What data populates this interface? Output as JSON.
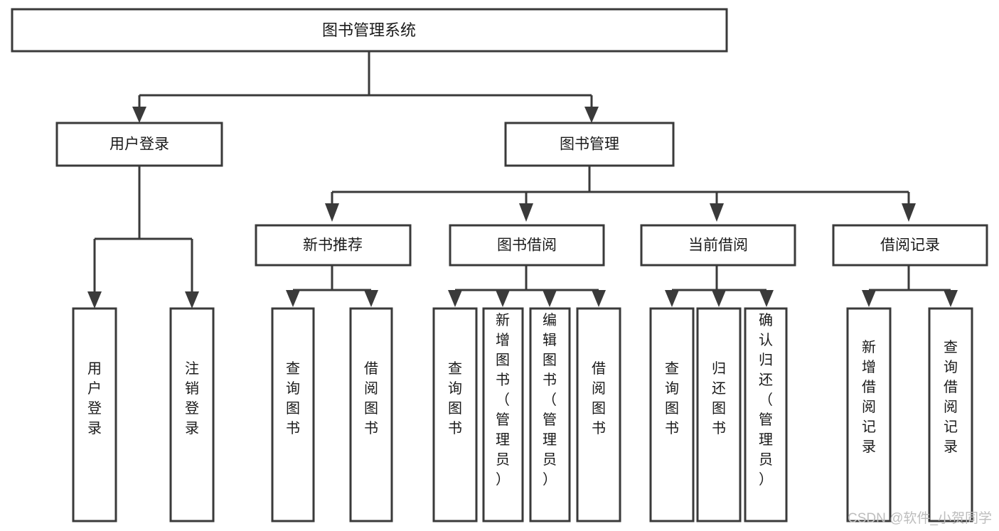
{
  "diagram": {
    "type": "tree",
    "title": "图书管理系统",
    "orientation": "top-down",
    "watermark": "CSDN @软件_小贺同学",
    "colors": {
      "box_stroke": "#3a3a3a",
      "box_fill": "#ffffff",
      "text": "#1a1a1a",
      "connector": "#3a3a3a",
      "watermark": "#bdbdbd",
      "background": "#ffffff"
    },
    "root": {
      "label": "图书管理系统",
      "level": 0
    },
    "level1": [
      {
        "label": "用户登录"
      },
      {
        "label": "图书管理"
      }
    ],
    "level2": [
      {
        "label": "新书推荐",
        "parent": "图书管理"
      },
      {
        "label": "图书借阅",
        "parent": "图书管理"
      },
      {
        "label": "当前借阅",
        "parent": "图书管理"
      },
      {
        "label": "借阅记录",
        "parent": "图书管理"
      }
    ],
    "leaves": {
      "用户登录": [
        {
          "label": "用户登录"
        },
        {
          "label": "注销登录"
        }
      ],
      "新书推荐": [
        {
          "label": "查询图书"
        },
        {
          "label": "借阅图书"
        }
      ],
      "图书借阅": [
        {
          "label": "查询图书"
        },
        {
          "label": "新增图书（管理员）"
        },
        {
          "label": "编辑图书（管理员）"
        },
        {
          "label": "借阅图书"
        }
      ],
      "当前借阅": [
        {
          "label": "查询图书"
        },
        {
          "label": "归还图书"
        },
        {
          "label": "确认归还（管理员）"
        }
      ],
      "借阅记录": [
        {
          "label": "新增借阅记录"
        },
        {
          "label": "查询借阅记录"
        }
      ]
    }
  }
}
